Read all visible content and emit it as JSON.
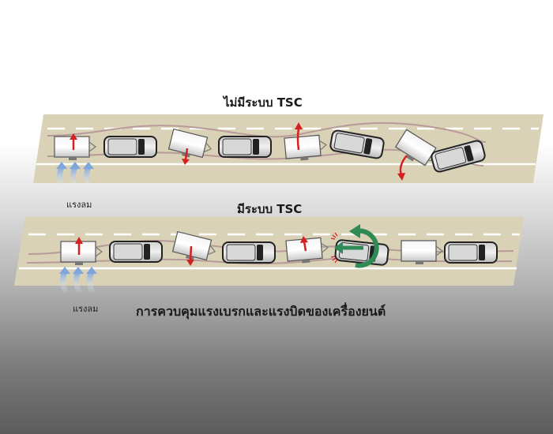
{
  "titles": {
    "without_tsc": "ไม่มีระบบ TSC",
    "with_tsc": "มีระบบ TSC",
    "caption": "การควบคุมแรงเบรกและแรงบิดของเครื่องยนต์"
  },
  "wind_labels": [
    "แรงลม",
    "แรงลม"
  ],
  "colors": {
    "road": "#d9d2b6",
    "trail_line": "#b89a9a",
    "force_arrow": "#d42020",
    "control_arrow": "#2f8a55",
    "wind_arrow": "#8fb3e0"
  }
}
